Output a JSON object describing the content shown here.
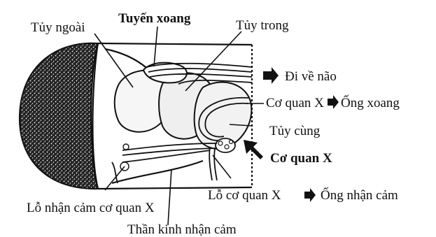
{
  "labels": {
    "tuy_ngoai": "Tủy ngoài",
    "tuyen_xoang": "Tuyến xoang",
    "tuy_trong": "Tủy trong",
    "di_ve_nao": "Đi về não",
    "co_quan_x_ong_xoang_a": "Cơ quan X",
    "co_quan_x_ong_xoang_b": "Ống xoang",
    "tuy_cung": "Tủy cùng",
    "co_quan_x": "Cơ quan X",
    "lo_co_quan_x_a": "Lỗ cơ quan X",
    "lo_co_quan_x_b": "Ống nhận cảm",
    "lo_nhan_cam": "Lỗ nhận cảm cơ quan X",
    "than_kinh": "Thần kinh nhận cảm"
  },
  "colors": {
    "ink": "#111111",
    "paper": "#ffffff"
  },
  "icons": {
    "arrow": "right-arrow-icon"
  }
}
